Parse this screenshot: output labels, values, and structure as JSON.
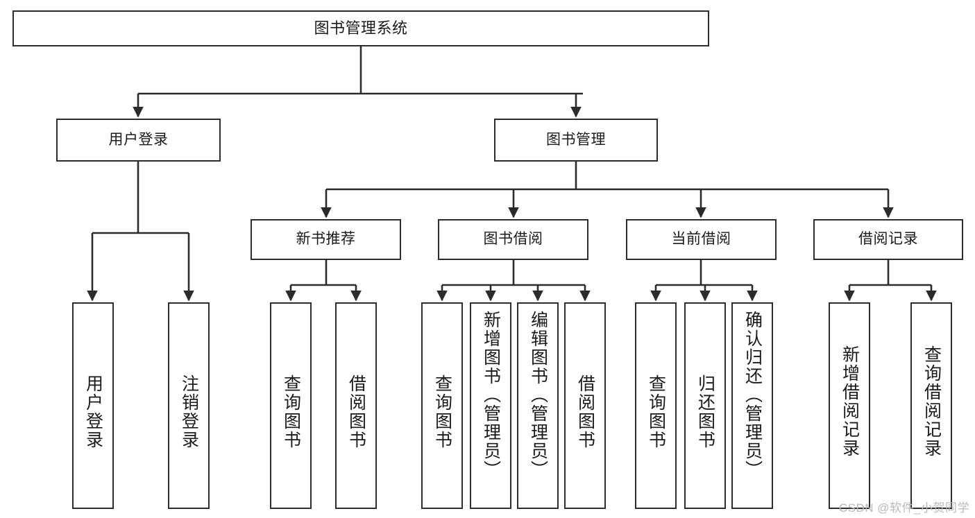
{
  "diagram": {
    "type": "tree-hierarchy-chart",
    "title": "图书管理系统",
    "watermark": "CSDN @软件_小贺同学",
    "colors": {
      "box_border": "#2b2b2b",
      "box_fill": "#ffffff",
      "connector": "#2b2b2b",
      "text": "#1a1a1a",
      "watermark": "#b9b9b9",
      "background": "#ffffff"
    },
    "levels": {
      "level1": [
        {
          "id": "root",
          "label": "图书管理系统"
        }
      ],
      "level2": [
        {
          "id": "user-login",
          "label": "用户登录"
        },
        {
          "id": "book-management",
          "label": "图书管理"
        }
      ],
      "level3": [
        {
          "id": "new-book-recommend",
          "label": "新书推荐",
          "parent": "book-management"
        },
        {
          "id": "book-borrow",
          "label": "图书借阅",
          "parent": "book-management"
        },
        {
          "id": "current-borrow",
          "label": "当前借阅",
          "parent": "book-management"
        },
        {
          "id": "borrow-record",
          "label": "借阅记录",
          "parent": "book-management"
        }
      ],
      "level4": [
        {
          "id": "leaf-user-login",
          "label": "用户登录",
          "parent": "user-login"
        },
        {
          "id": "leaf-user-logout",
          "label": "注销登录",
          "parent": "user-login"
        },
        {
          "id": "leaf-query-book-1",
          "label": "查询图书",
          "parent": "new-book-recommend"
        },
        {
          "id": "leaf-borrow-book-1",
          "label": "借阅图书",
          "parent": "new-book-recommend"
        },
        {
          "id": "leaf-query-book-2",
          "label": "查询图书",
          "parent": "book-borrow"
        },
        {
          "id": "leaf-add-book",
          "label": "新增图书（管理员）",
          "parent": "book-borrow"
        },
        {
          "id": "leaf-edit-book",
          "label": "编辑图书（管理员）",
          "parent": "book-borrow"
        },
        {
          "id": "leaf-borrow-book-2",
          "label": "借阅图书",
          "parent": "book-borrow"
        },
        {
          "id": "leaf-query-book-3",
          "label": "查询图书",
          "parent": "current-borrow"
        },
        {
          "id": "leaf-return-book",
          "label": "归还图书",
          "parent": "current-borrow"
        },
        {
          "id": "leaf-confirm-return",
          "label": "确认归还（管理员）",
          "parent": "current-borrow"
        },
        {
          "id": "leaf-add-record",
          "label": "新增借阅记录",
          "parent": "borrow-record"
        },
        {
          "id": "leaf-query-record",
          "label": "查询借阅记录",
          "parent": "borrow-record"
        }
      ]
    }
  }
}
